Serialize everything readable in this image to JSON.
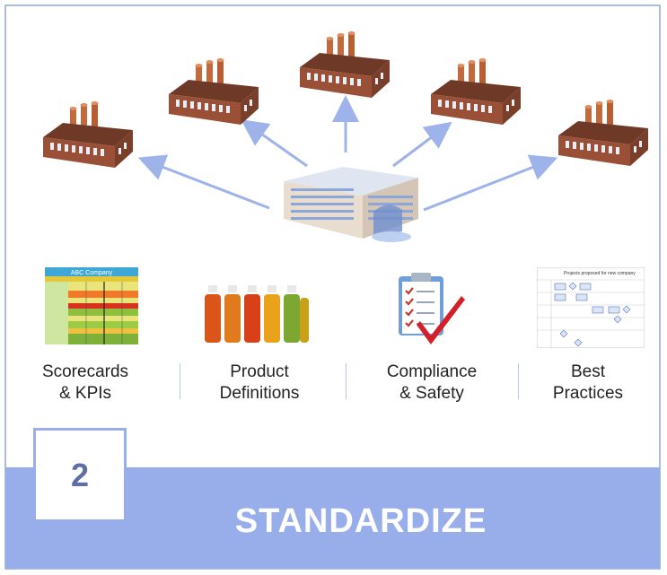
{
  "step": {
    "number": "2",
    "title": "STANDARDIZE"
  },
  "items": [
    {
      "line1": "Scorecards",
      "line2": "& KPIs"
    },
    {
      "line1": "Product",
      "line2": "Definitions"
    },
    {
      "line1": "Compliance",
      "line2": "& Safety"
    },
    {
      "line1": "Best",
      "line2": "Practices"
    }
  ],
  "scorecard_title": "ABC Company",
  "flowchart_title": "Projects proposed for new company",
  "colors": {
    "accent": "#98aeea",
    "arrow": "#9db3ea",
    "brick": "#8a4a33",
    "stack": "#c26a3c"
  }
}
